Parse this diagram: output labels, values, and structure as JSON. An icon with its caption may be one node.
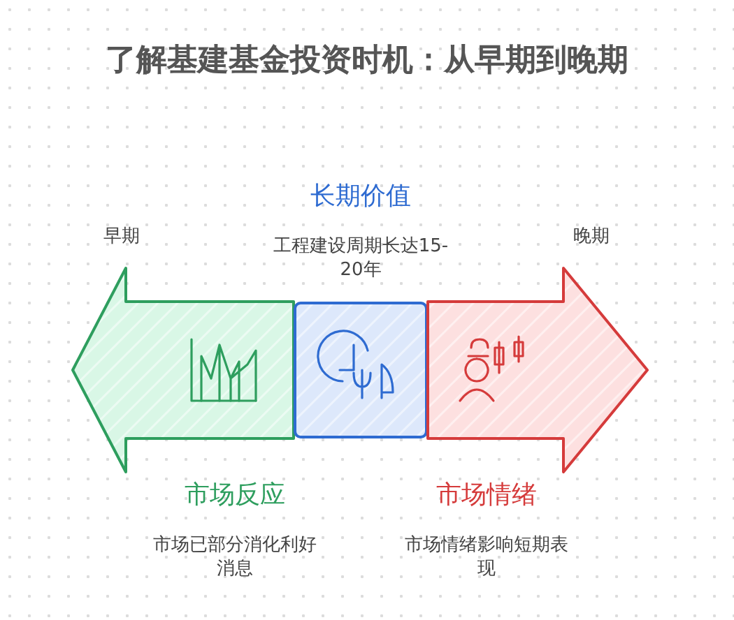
{
  "diagram": {
    "title": "了解基建基金投资时机：从早期到晚期",
    "nodes": [
      {
        "text": [
          "市场反应",
          "市场已部分消化利好消息"
        ]
      },
      {
        "text": [
          "长期价值",
          "工程建设周期长达15-20年"
        ]
      },
      {
        "text": [
          "市场情绪",
          "市场情绪影响短期表现"
        ]
      }
    ],
    "labels": [
      "早期",
      "晚期"
    ]
  }
}
